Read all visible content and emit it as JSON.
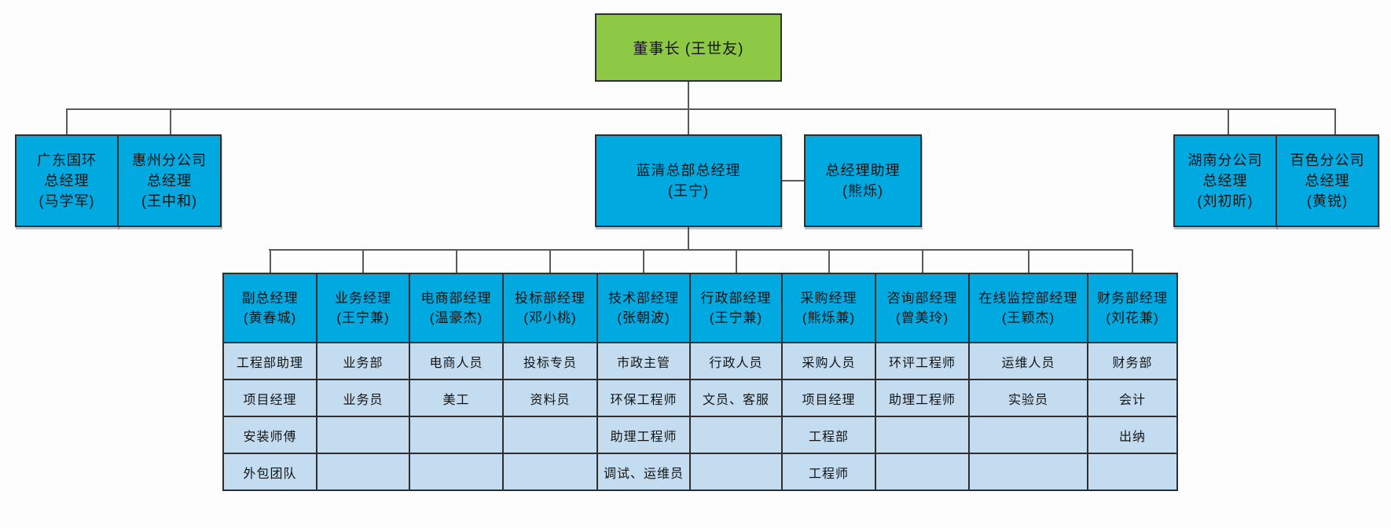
{
  "colors": {
    "chairman_fill": "#8dc945",
    "manager_fill": "#00a9e0",
    "staff_cell_fill": "#c3dcf0",
    "connector_line": "#5a5a5a",
    "text": "#141414"
  },
  "org": {
    "chairman": {
      "label": "董事长 (王世友)"
    },
    "executives": [
      {
        "id": "guangdong-guohuan",
        "label": "广东国环\n总经理\n(马学军)"
      },
      {
        "id": "huizhou-branch",
        "label": "惠州分公司\n总经理\n(王中和)"
      },
      {
        "id": "lanqing-hq",
        "label": "蓝清总部总经理\n(王宁)"
      },
      {
        "id": "gm-assistant",
        "label": "总经理助理\n(熊烁)"
      },
      {
        "id": "hunan-branch",
        "label": "湖南分公司\n总经理\n(刘初昕)"
      },
      {
        "id": "baise-branch",
        "label": "百色分公司\n总经理\n(黄锐)"
      }
    ],
    "departments": [
      {
        "head": "副总经理\n(黄春城)",
        "staff": [
          "工程部助理",
          "项目经理",
          "安装师傅",
          "外包团队"
        ]
      },
      {
        "head": "业务经理\n(王宁兼)",
        "staff": [
          "业务部",
          "业务员",
          "",
          ""
        ]
      },
      {
        "head": "电商部经理\n(温豪杰)",
        "staff": [
          "电商人员",
          "美工",
          "",
          ""
        ]
      },
      {
        "head": "投标部经理\n(邓小桃)",
        "staff": [
          "投标专员",
          "资料员",
          "",
          ""
        ]
      },
      {
        "head": "技术部经理\n(张朝波)",
        "staff": [
          "市政主管",
          "环保工程师",
          "助理工程师",
          "调试、运维员"
        ]
      },
      {
        "head": "行政部经理\n(王宁兼)",
        "staff": [
          "行政人员",
          "文员、客服",
          "",
          ""
        ]
      },
      {
        "head": "采购经理\n(熊烁兼)",
        "staff": [
          "采购人员",
          "项目经理",
          "工程部",
          "工程师"
        ]
      },
      {
        "head": "咨询部经理\n(曾美玲)",
        "staff": [
          "环评工程师",
          "助理工程师",
          "",
          ""
        ]
      },
      {
        "head": "在线监控部经理\n(王颖杰)",
        "staff": [
          "运维人员",
          "实验员",
          "",
          ""
        ]
      },
      {
        "head": "财务部经理\n(刘花兼)",
        "staff": [
          "财务部",
          "会计",
          "出纳",
          ""
        ]
      }
    ]
  }
}
